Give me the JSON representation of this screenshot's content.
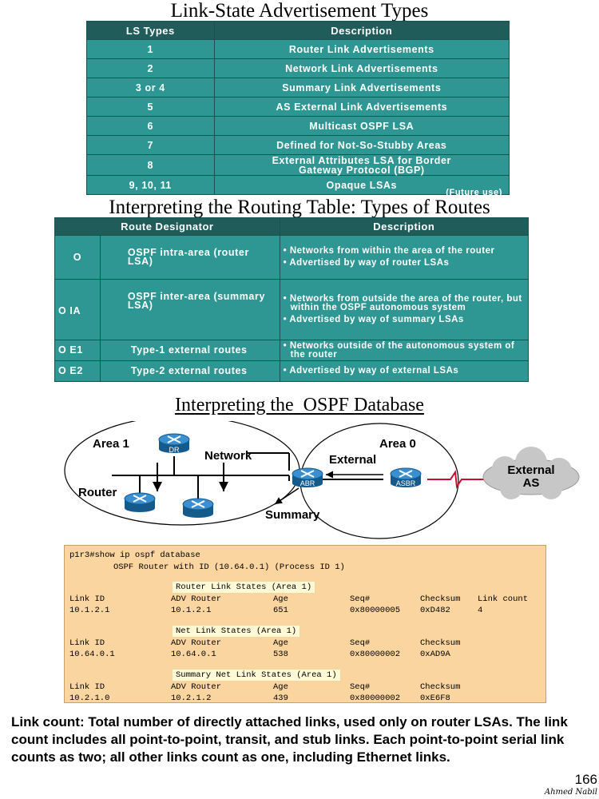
{
  "lsa": {
    "title": "Link-State Advertisement Types",
    "headers": [
      "LS Types",
      "Description"
    ],
    "rows": [
      {
        "type": "1",
        "desc": "Router Link Advertisements"
      },
      {
        "type": "2",
        "desc": "Network Link Advertisements"
      },
      {
        "type": "3 or 4",
        "desc": "Summary Link Advertisements"
      },
      {
        "type": "5",
        "desc": "AS External Link Advertisements"
      },
      {
        "type": "6",
        "desc": "Multicast OSPF LSA"
      },
      {
        "type": "7",
        "desc": "Defined for Not-So-Stubby Areas"
      },
      {
        "type": "8",
        "desc": "External Attributes LSA for Border Gateway Protocol (BGP)"
      },
      {
        "type": "9, 10, 11",
        "desc": "Opaque LSAs"
      }
    ],
    "future_note": "(Future use)"
  },
  "routes": {
    "title": "Interpreting the Routing Table: Types of Routes",
    "headers": [
      "Route Designator",
      "Description"
    ],
    "rows": [
      {
        "code": "O",
        "name": "OSPF intra-area (router LSA)",
        "bullets": [
          "Networks from within the area of the router",
          "Advertised by way of router LSAs"
        ]
      },
      {
        "code": "O IA",
        "name": "OSPF inter-area (summary LSA)",
        "bullets": [
          "Networks from outside the area of the router, but within the OSPF autonomous system",
          "Advertised by way of summary LSAs"
        ]
      },
      {
        "code": "O E1",
        "name": "Type-1 external routes",
        "bullets": [
          "Networks outside of the autonomous system of the router"
        ]
      },
      {
        "code": "O E2",
        "name": "Type-2 external routes",
        "bullets": [
          "Advertised by way of external LSAs"
        ]
      }
    ]
  },
  "database": {
    "title": "Interpreting the  OSPF Database",
    "diagram": {
      "area1": "Area 1",
      "area0": "Area 0",
      "network": "Network",
      "router": "Router",
      "external": "External",
      "summary": "Summary",
      "external_as": [
        "External",
        "AS"
      ],
      "dr": "DR",
      "abr": "ABR",
      "asbr": "ASBR"
    },
    "cli": {
      "cmd": "p1r3#show ip ospf database",
      "info": "OSPF Router with ID (10.64.0.1) (Process ID 1)",
      "router_hdr": "Router Link States (Area 1)",
      "router_cols": [
        "Link ID",
        "ADV Router",
        "Age",
        "Seq#",
        "Checksum",
        "Link count"
      ],
      "router_row": [
        "10.1.2.1",
        "10.1.2.1",
        "651",
        "0x80000005",
        "0xD482",
        "4"
      ],
      "net_hdr": "Net Link States (Area 1)",
      "net_cols": [
        "Link ID",
        "ADV Router",
        "Age",
        "Seq#",
        "Checksum"
      ],
      "net_row": [
        "10.64.0.1",
        "10.64.0.1",
        "538",
        "0x80000002",
        "0xAD9A"
      ],
      "sum_hdr": "Summary Net Link States (Area 1)",
      "sum_cols": [
        "Link ID",
        "ADV Router",
        "Age",
        "Seq#",
        "Checksum"
      ],
      "sum_row": [
        "10.2.1.0",
        "10.2.1.2",
        "439",
        "0x80000002",
        "0xE6F8"
      ]
    }
  },
  "note": "Link count: Total number of directly attached links, used only on router LSAs. The link count includes all point-to-point, transit, and stub links. Each point-to-point serial link counts as two; all other links count as one, including Ethernet links.",
  "page_number": "166",
  "signature": "Ahmed Nabil",
  "colors": {
    "table_bg": "#2e9693",
    "table_header": "#1f5c5a",
    "cli_bg": "#fbd59f",
    "router_blue": "#1f73b5"
  }
}
